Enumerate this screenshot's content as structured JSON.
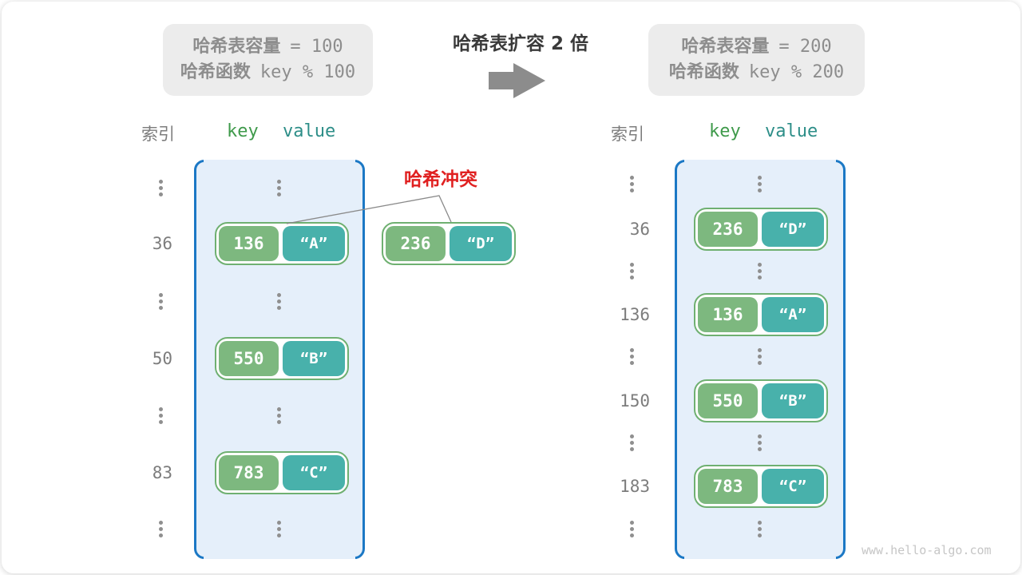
{
  "colors": {
    "card_bg": "#ffffff",
    "capacity_box_bg": "#ececec",
    "capacity_text": "#8d8d8d",
    "title_text": "#3a3a3a",
    "arrow_gray": "#8c8c8c",
    "index_gray": "#7c7c7c",
    "header_key_green": "#3f9a4b",
    "header_value_teal": "#2d8e88",
    "container_border": "#1b78c5",
    "container_fill": "#e5effa",
    "pair_border": "#6fb071",
    "key_green": "#7db87f",
    "value_teal": "#48b1ab",
    "pair_text": "#ffffff",
    "collision_red": "#e02020",
    "connector_gray": "#8a8a8a",
    "dots_gray": "#8f8f8f",
    "watermark_gray": "#c6c6c6"
  },
  "header": {
    "old_box": {
      "line1_label": "哈希表容量",
      "line1_value": "= 100",
      "line2_label": "哈希函数",
      "line2_value": "key % 100"
    },
    "title": "哈希表扩容 2 倍",
    "new_box": {
      "line1_label": "哈希表容量",
      "line1_value": "= 200",
      "line2_label": "哈希函数",
      "line2_value": "key % 200"
    }
  },
  "collision": {
    "label": "哈希冲突",
    "pair": {
      "key": "236",
      "value": "“D”"
    }
  },
  "tables": {
    "left": {
      "headers": {
        "index": "索引",
        "key": "key",
        "value": "value"
      },
      "entries": [
        {
          "index": "36",
          "key": "136",
          "value": "“A”"
        },
        {
          "index": "50",
          "key": "550",
          "value": "“B”"
        },
        {
          "index": "83",
          "key": "783",
          "value": "“C”"
        }
      ]
    },
    "right": {
      "headers": {
        "index": "索引",
        "key": "key",
        "value": "value"
      },
      "entries": [
        {
          "index": "36",
          "key": "236",
          "value": "“D”"
        },
        {
          "index": "136",
          "key": "136",
          "value": "“A”"
        },
        {
          "index": "150",
          "key": "550",
          "value": "“B”"
        },
        {
          "index": "183",
          "key": "783",
          "value": "“C”"
        }
      ]
    }
  },
  "watermark": "www.hello-algo.com"
}
